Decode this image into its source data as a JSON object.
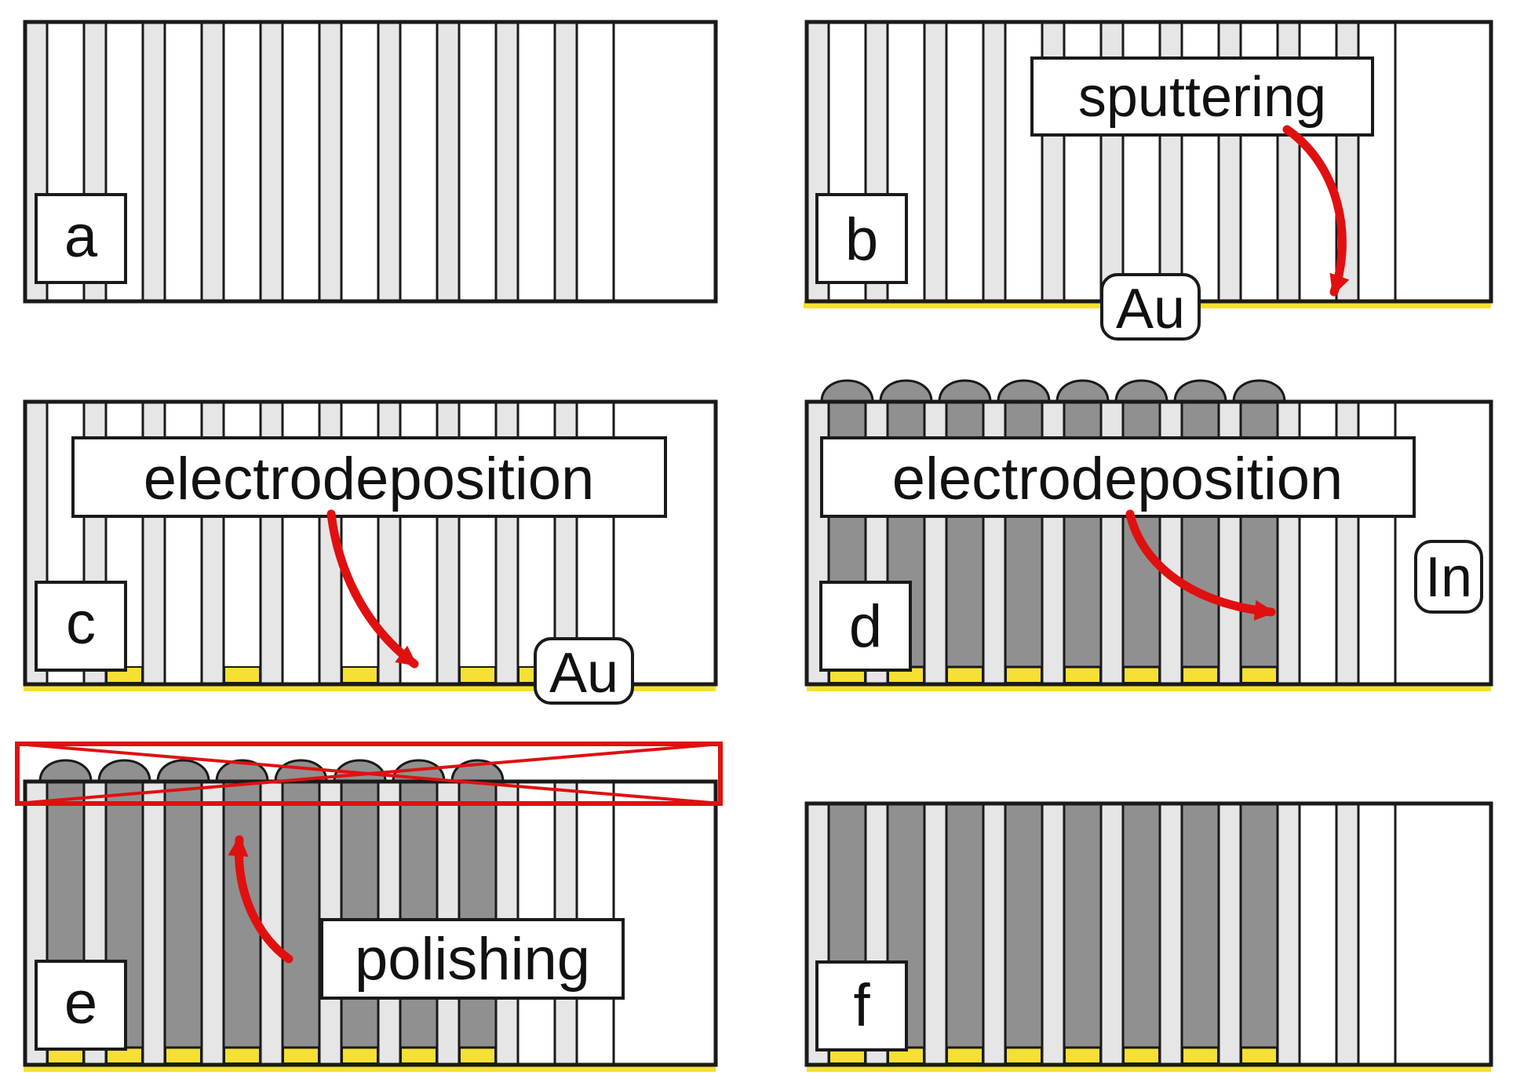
{
  "diagram": {
    "panels": [
      {
        "id": "a",
        "label": "a",
        "process": null,
        "material": null,
        "step": "empty-template"
      },
      {
        "id": "b",
        "label": "b",
        "process": "sputtering",
        "material": "Au",
        "step": "bottom-gold-layer"
      },
      {
        "id": "c",
        "label": "c",
        "process": "electrodeposition",
        "material": "Au",
        "step": "gold-plugs"
      },
      {
        "id": "d",
        "label": "d",
        "process": "electrodeposition",
        "material": "In",
        "step": "indium-nanowires"
      },
      {
        "id": "e",
        "label": "e",
        "process": "polishing",
        "material": null,
        "step": "polish-caps"
      },
      {
        "id": "f",
        "label": "f",
        "process": null,
        "material": null,
        "step": "final-array"
      }
    ]
  },
  "colors": {
    "outline": "#1a1a1a",
    "template_wall": "#e6e6e6",
    "pore": "#ffffff",
    "indium": "#909090",
    "gold": "#f5e033",
    "arrow": "#e01010",
    "background": "#ffffff"
  }
}
